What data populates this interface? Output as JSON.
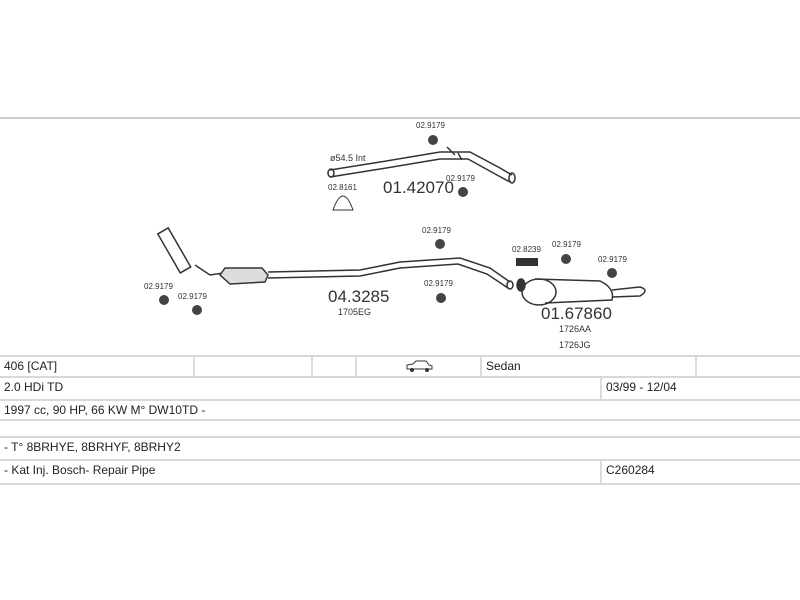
{
  "diagram": {
    "dia": "ø54.5 Int",
    "parts": {
      "front_pipe": "01.42070",
      "middle": "04.3285",
      "middle_oe": "1705EG",
      "rear": "01.67860",
      "rear_oe1": "1726AA",
      "rear_oe2": "1726JG"
    },
    "fittings": {
      "rubber": "02.9179",
      "gasket": "02.8161",
      "clamp": "02.8239"
    }
  },
  "table": {
    "model": "406  [CAT]",
    "body": "Sedan",
    "body_icon": "car-icon",
    "engine": "2.0 HDi TD",
    "dates": "03/99 - 12/04",
    "specs": "1997 cc, 90 HP, 66 KW M° DW10TD -",
    "types": "- T° 8BRHYE, 8BRHYF, 8BRHY2",
    "notes": "- Kat Inj. Bosch- Repair Pipe",
    "code": "C260284"
  }
}
